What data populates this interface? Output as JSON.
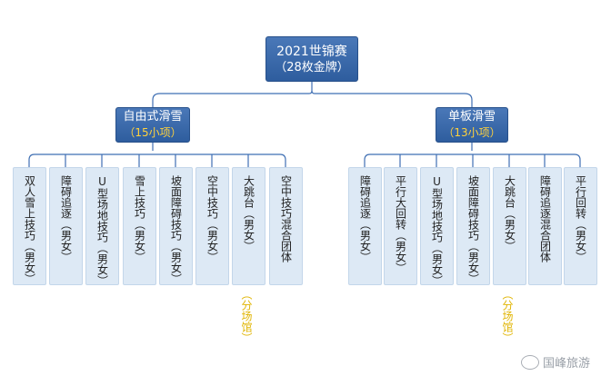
{
  "root": {
    "title": "2021世锦赛",
    "subtitle": "（28枚金牌）"
  },
  "branches": [
    {
      "title": "自由式滑雪",
      "subtitle": "（15小项）",
      "items": [
        {
          "label": "双人雪上技巧（男女）"
        },
        {
          "label": "障碍追逐（男女）"
        },
        {
          "label": "U型场地技巧（男女）"
        },
        {
          "label": "雪上技巧（男女）"
        },
        {
          "label": "坡面障碍技巧（男女）"
        },
        {
          "label": "空中技巧（男女）"
        },
        {
          "label": "大跳台（男女）",
          "note": "（分场馆）"
        },
        {
          "label": "空中技巧混合团体"
        }
      ]
    },
    {
      "title": "单板滑雪",
      "subtitle": "（13小项）",
      "items": [
        {
          "label": "障碍追逐（男女）"
        },
        {
          "label": "平行大回转（男女）"
        },
        {
          "label": "U型场地技巧（男女）"
        },
        {
          "label": "坡面障碍技巧（男女）"
        },
        {
          "label": "大跳台（男女）",
          "note": "（分场馆）"
        },
        {
          "label": "障碍追逐混合团体"
        },
        {
          "label": "平行回转（男女）"
        }
      ]
    }
  ],
  "watermark": {
    "text": "国峰旅游",
    "icon": "weibo-logo-icon"
  }
}
